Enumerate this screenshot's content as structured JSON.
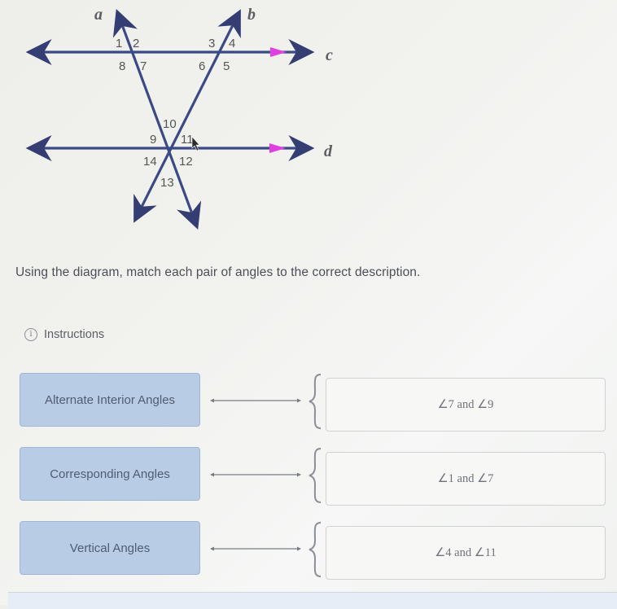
{
  "diagram": {
    "lines": {
      "a": {
        "label": "a"
      },
      "b": {
        "label": "b"
      },
      "c": {
        "label": "c"
      },
      "d": {
        "label": "d"
      }
    },
    "angle_labels": [
      "1",
      "2",
      "3",
      "4",
      "5",
      "6",
      "7",
      "8",
      "9",
      "10",
      "11",
      "12",
      "13",
      "14"
    ],
    "colors": {
      "line": "#3b4a86",
      "parallel_marker": "#e040e0",
      "label": "#5a5a5a"
    }
  },
  "prompt": "Using the diagram, match each pair of angles to the correct description.",
  "instructions": {
    "icon": "info-icon",
    "label": "Instructions"
  },
  "matches": [
    {
      "term": "Alternate Interior Angles",
      "answer": "∠7  and ∠9"
    },
    {
      "term": "Corresponding Angles",
      "answer": "∠1  and ∠7"
    },
    {
      "term": "Vertical Angles",
      "answer": "∠4  and ∠11"
    }
  ],
  "colors": {
    "term_bg": "#b8cce6",
    "answer_border": "#cfd1d3"
  }
}
